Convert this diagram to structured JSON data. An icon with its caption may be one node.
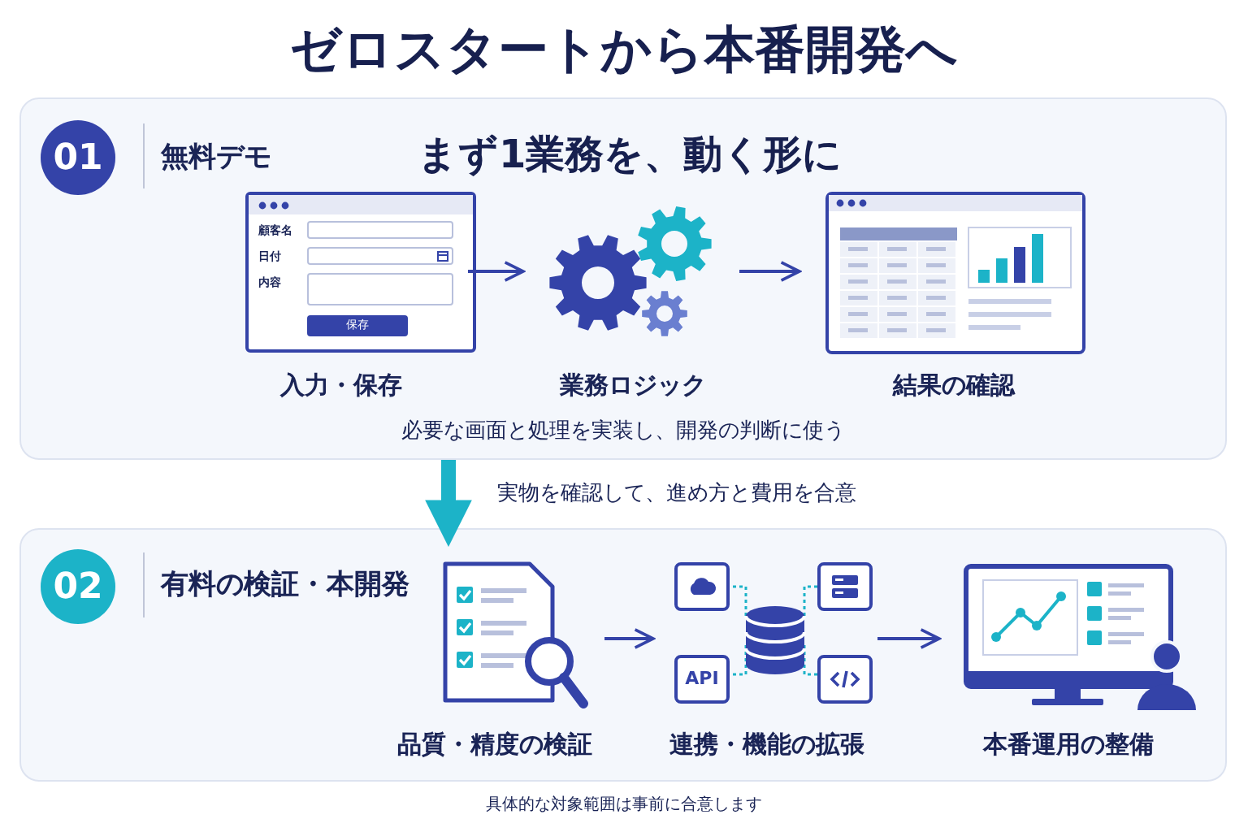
{
  "diagram": {
    "title": "ゼロスタートから本番開発へ",
    "nodes": [
      {
        "text": [
          "無料デモ",
          "まず1業務を、動く形に",
          "必要な画面と処理を実装し、開発の判断に使う"
        ]
      },
      {
        "text": [
          "01"
        ],
        "in": 0
      },
      {
        "text": [
          "顧客名",
          "日付",
          "内容",
          "保存",
          "入力・保存"
        ],
        "in": 0
      },
      {
        "text": [
          "業務ロジック"
        ],
        "in": 0
      },
      {
        "text": [
          "結果の確認"
        ],
        "in": 0
      },
      {
        "text": [
          "有料の検証・本開発"
        ]
      },
      {
        "text": [
          "02"
        ],
        "in": 5
      },
      {
        "text": [
          "品質・精度の検証"
        ],
        "in": 5
      },
      {
        "text": [
          "API",
          "連携・機能の拡張"
        ],
        "in": 5
      },
      {
        "text": [
          "本番運用の整備"
        ],
        "in": 5
      }
    ],
    "edges": [
      {
        "from": 2,
        "to": 3,
        "arrow": "to"
      },
      {
        "from": 3,
        "to": 4,
        "arrow": "to"
      },
      {
        "from": 0,
        "to": 5,
        "arrow": "to",
        "label": "実物を確認して、進め方と費用を合意",
        "style": "thick",
        "color": "#1cb3c8"
      },
      {
        "from": 7,
        "to": 8,
        "arrow": "to"
      },
      {
        "from": 8,
        "to": 9,
        "arrow": "to"
      }
    ],
    "labels": [
      "具体的な対象範囲は事前に合意します"
    ]
  }
}
